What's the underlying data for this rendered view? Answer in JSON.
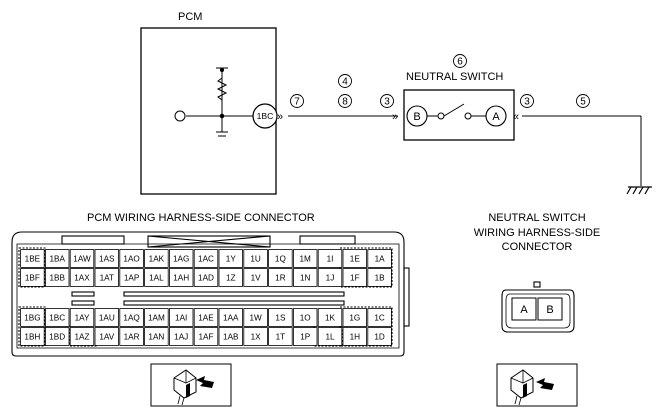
{
  "pcm": {
    "title": "PCM",
    "terminal": "1BC"
  },
  "circuit_numbers": {
    "n7": "7",
    "n4": "4",
    "n8": "8",
    "n6": "6",
    "n3a": "3",
    "n3b": "3",
    "n5": "5"
  },
  "neutral_switch": {
    "title": "NEUTRAL SWITCH",
    "terminal_b": "B",
    "terminal_a": "A"
  },
  "pcm_connector": {
    "title": "PCM WIRING HARNESS-SIDE CONNECTOR",
    "top_rows": [
      [
        "1BE",
        "1BA",
        "1AW",
        "1AS",
        "1AO",
        "1AK",
        "1AG",
        "1AC",
        "1Y",
        "1U",
        "1Q",
        "1M",
        "1I",
        "1E",
        "1A"
      ],
      [
        "1BF",
        "1BB",
        "1AX",
        "1AT",
        "1AP",
        "1AL",
        "1AH",
        "1AD",
        "1Z",
        "1V",
        "1R",
        "1N",
        "1J",
        "1F",
        "1B"
      ]
    ],
    "bottom_rows": [
      [
        "1BG",
        "1BC",
        "1AY",
        "1AU",
        "1AQ",
        "1AM",
        "1AI",
        "1AE",
        "1AA",
        "1W",
        "1S",
        "1O",
        "1K",
        "1G",
        "1C"
      ],
      [
        "1BH",
        "1BD",
        "1AZ",
        "1AV",
        "1AR",
        "1AN",
        "1AJ",
        "1AF",
        "1AB",
        "1X",
        "1T",
        "1P",
        "1L",
        "1H",
        "1D"
      ]
    ]
  },
  "switch_connector": {
    "title_lines": [
      "NEUTRAL SWITCH",
      "WIRING HARNESS-SIDE",
      "CONNECTOR"
    ],
    "pins": [
      "A",
      "B"
    ]
  }
}
